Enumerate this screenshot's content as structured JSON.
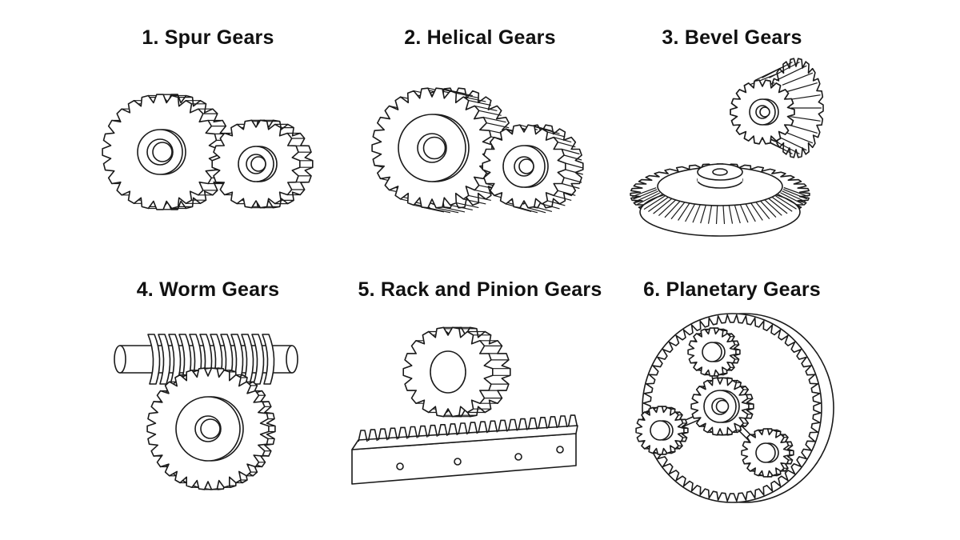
{
  "diagram": {
    "panels": [
      {
        "id": "spur",
        "title": "1. Spur Gears",
        "icon": "spur-gears-icon"
      },
      {
        "id": "helical",
        "title": "2. Helical Gears",
        "icon": "helical-gears-icon"
      },
      {
        "id": "bevel",
        "title": "3. Bevel Gears",
        "icon": "bevel-gears-icon"
      },
      {
        "id": "worm",
        "title": "4. Worm Gears",
        "icon": "worm-gears-icon"
      },
      {
        "id": "rack",
        "title": "5. Rack and Pinion Gears",
        "icon": "rack-and-pinion-icon"
      },
      {
        "id": "planetary",
        "title": "6. Planetary Gears",
        "icon": "planetary-gears-icon"
      }
    ],
    "colors": {
      "line": "#1a1a1a",
      "background": "#ffffff",
      "title": "#111111"
    }
  }
}
